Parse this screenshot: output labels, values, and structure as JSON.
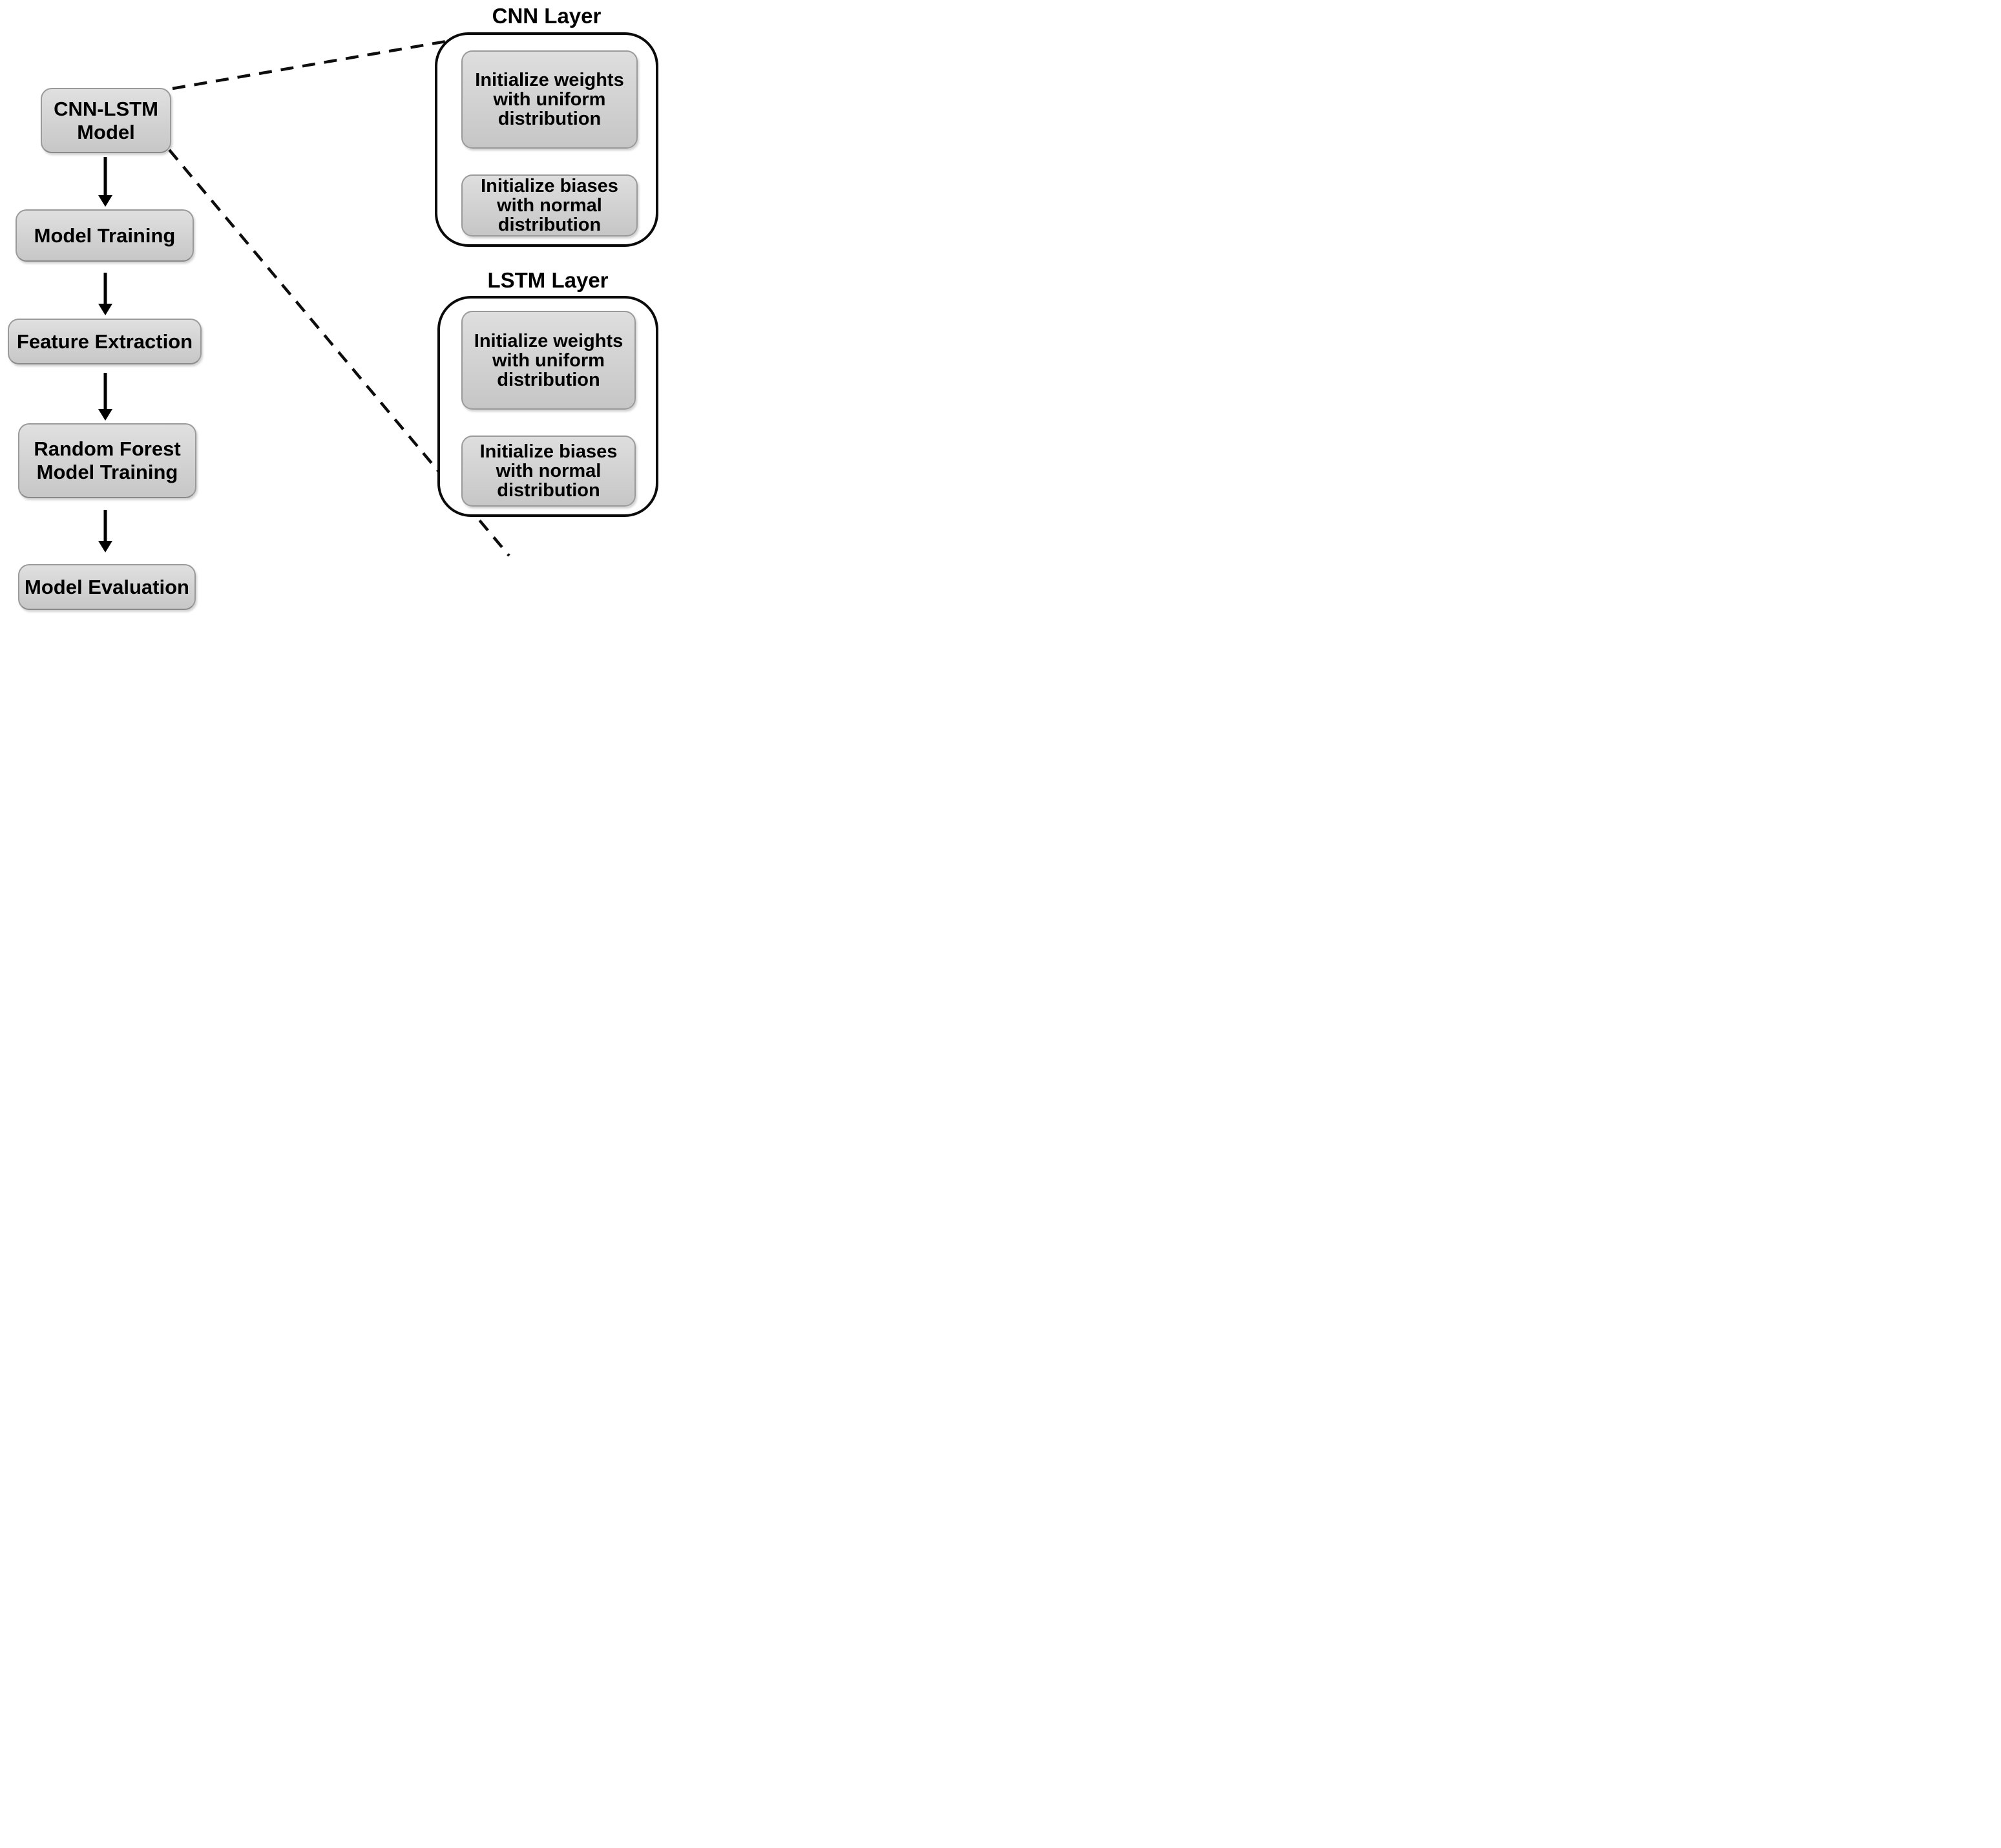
{
  "flow": {
    "nodes": [
      {
        "id": "cnn-lstm-model",
        "label": "CNN-LSTM Model"
      },
      {
        "id": "model-training",
        "label": "Model Training"
      },
      {
        "id": "feature-extraction",
        "label": "Feature Extraction"
      },
      {
        "id": "random-forest-model-training",
        "label": "Random Forest Model Training"
      },
      {
        "id": "model-evaluation",
        "label": "Model Evaluation"
      }
    ]
  },
  "groups": [
    {
      "title": "CNN Layer",
      "boxes": [
        {
          "label": "Initialize weights with uniform distribution"
        },
        {
          "label": "Initialize biases with normal distribution"
        }
      ]
    },
    {
      "title": "LSTM Layer",
      "boxes": [
        {
          "label": "Initialize weights with uniform distribution"
        },
        {
          "label": "Initialize biases with normal distribution"
        }
      ]
    }
  ],
  "colors": {
    "background": "#ffffff",
    "node_fill_top": "#e0e0e0",
    "node_fill_bottom": "#c7c7c7",
    "node_border": "#9a9a9a",
    "outline": "#0a0a0a",
    "text": "#000000"
  }
}
